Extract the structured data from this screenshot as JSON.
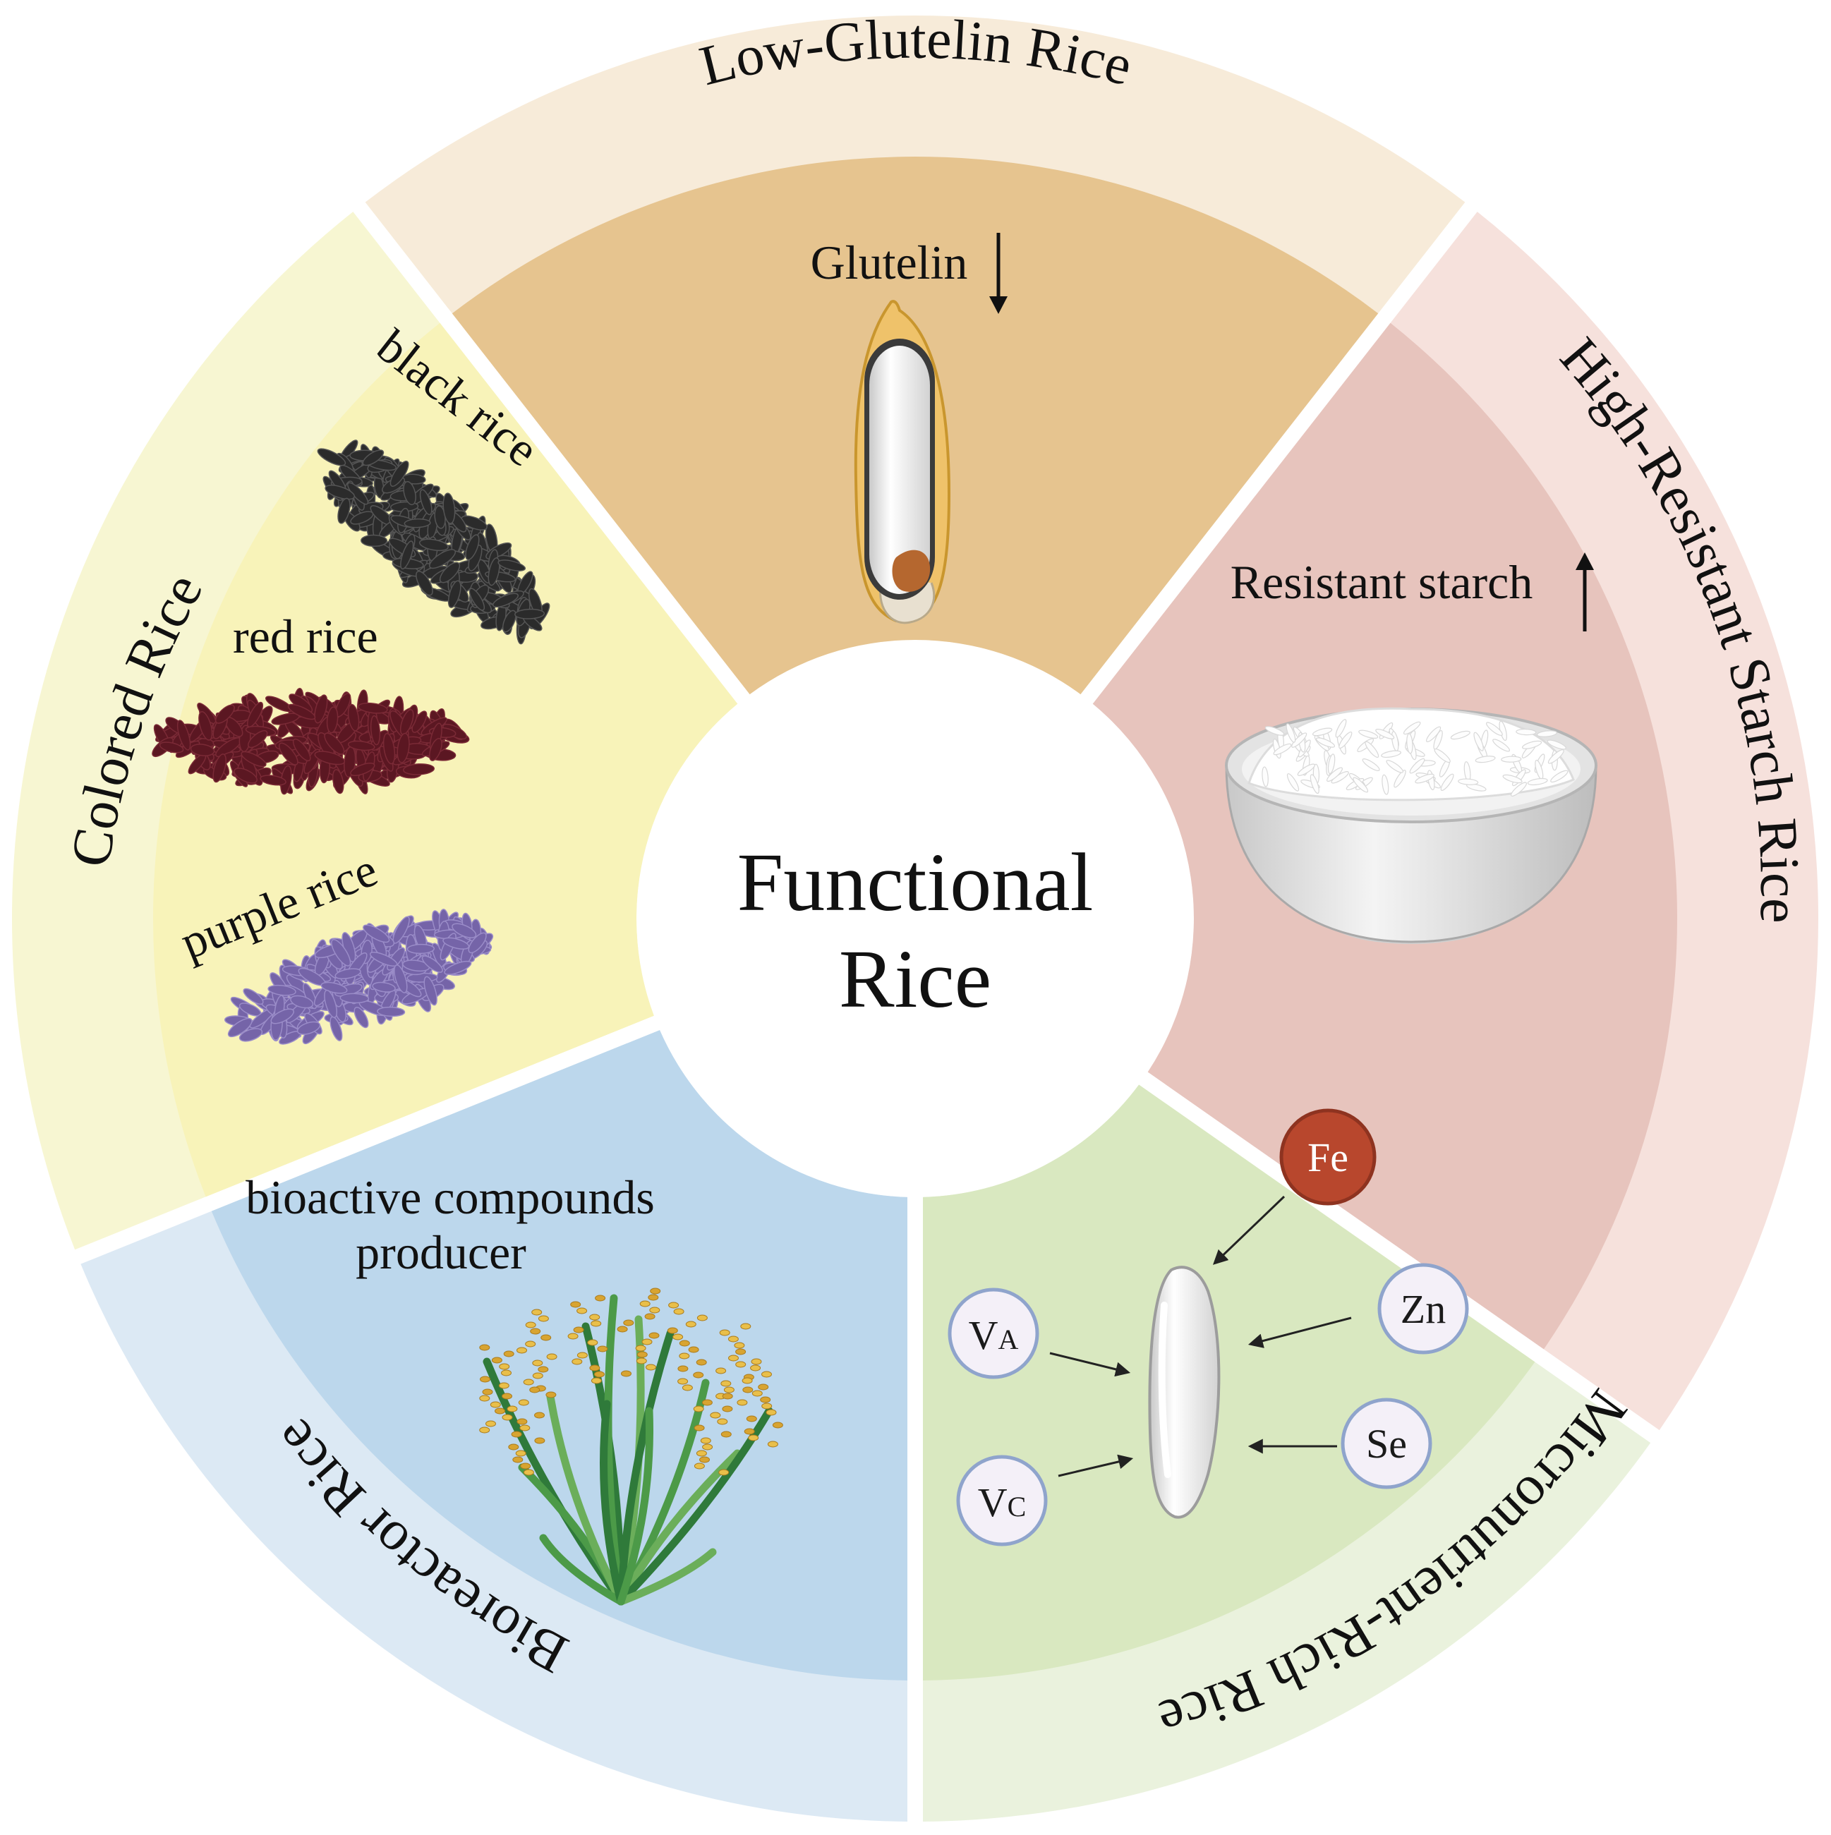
{
  "center": {
    "line1": "Functional",
    "line2": "Rice"
  },
  "segments": {
    "low_glutelin": {
      "title": "Low-Glutelin Rice",
      "label": "Glutelin",
      "arrow": "down",
      "colors": {
        "outer": "#f7ebd9",
        "inner": "#e6c48f"
      }
    },
    "resistant_starch": {
      "title": "High-Resistant Starch Rice",
      "label": "Resistant starch",
      "arrow": "up",
      "colors": {
        "outer": "#f6e1dc",
        "inner": "#e7c4bd"
      }
    },
    "micronutrient": {
      "title": "Micronutrient-Rich Rice",
      "nutrients": [
        {
          "text": "Fe",
          "sub": "",
          "color": "#b8472d"
        },
        {
          "text": "Zn",
          "sub": "",
          "color": "#f4f0f8"
        },
        {
          "text": "Se",
          "sub": "",
          "color": "#f4f0f8"
        },
        {
          "text": "V",
          "sub": "A",
          "color": "#f4f0f8"
        },
        {
          "text": "V",
          "sub": "C",
          "color": "#f4f0f8"
        }
      ],
      "colors": {
        "outer": "#eaf2dd",
        "inner": "#d9e8c0"
      }
    },
    "bioreactor": {
      "title": "Bioreactor Rice",
      "label_line1": "bioactive compounds",
      "label_line2": "producer",
      "colors": {
        "outer": "#dce9f4",
        "inner": "#bcd7ec"
      }
    },
    "colored": {
      "title": "Colored Rice",
      "varieties": [
        "black rice",
        "red rice",
        "purple rice"
      ],
      "colors": {
        "outer": "#f7f6d2",
        "inner": "#f8f3b9",
        "black": "#2b2b2b",
        "red": "#5b1722",
        "purple": "#7564a8"
      }
    }
  }
}
